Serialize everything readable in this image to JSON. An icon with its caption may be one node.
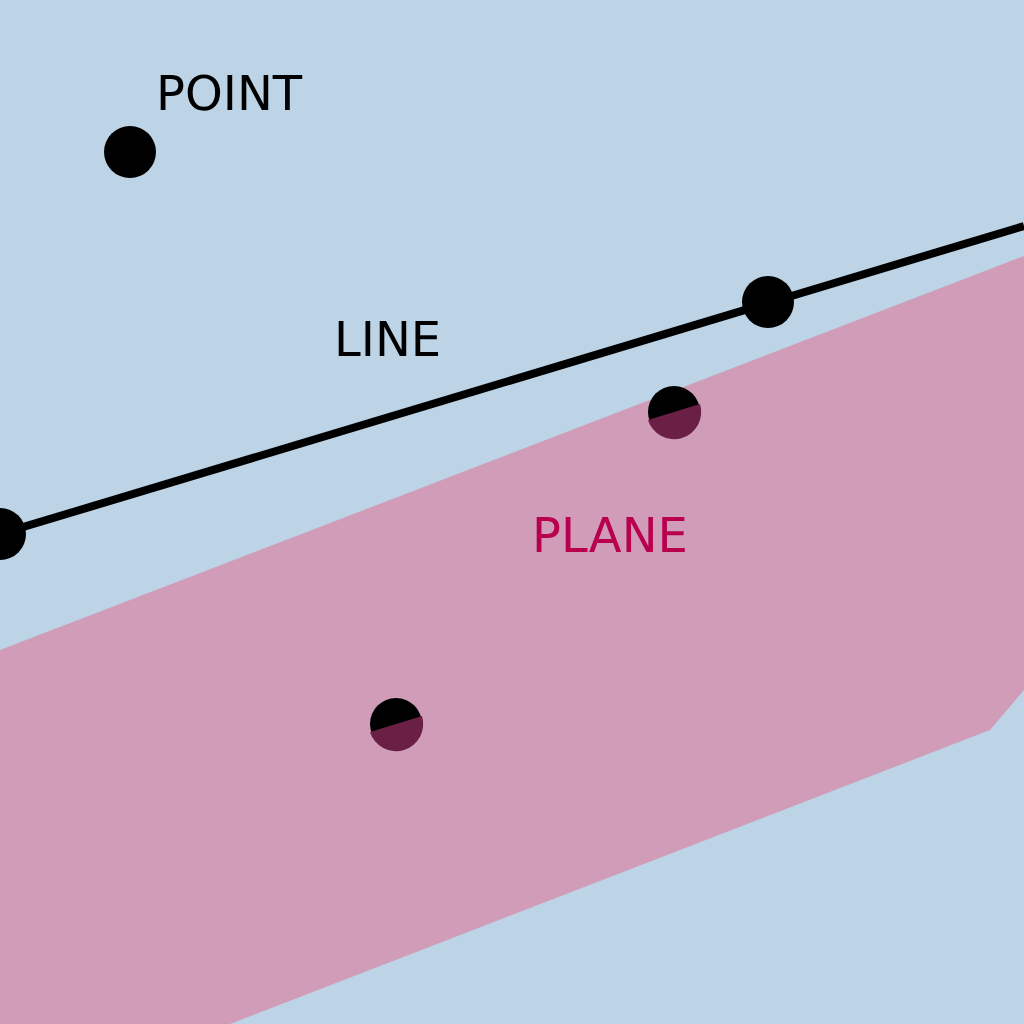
{
  "diagram": {
    "labels": [
      "POINT",
      "LINE",
      "PLANE"
    ]
  }
}
